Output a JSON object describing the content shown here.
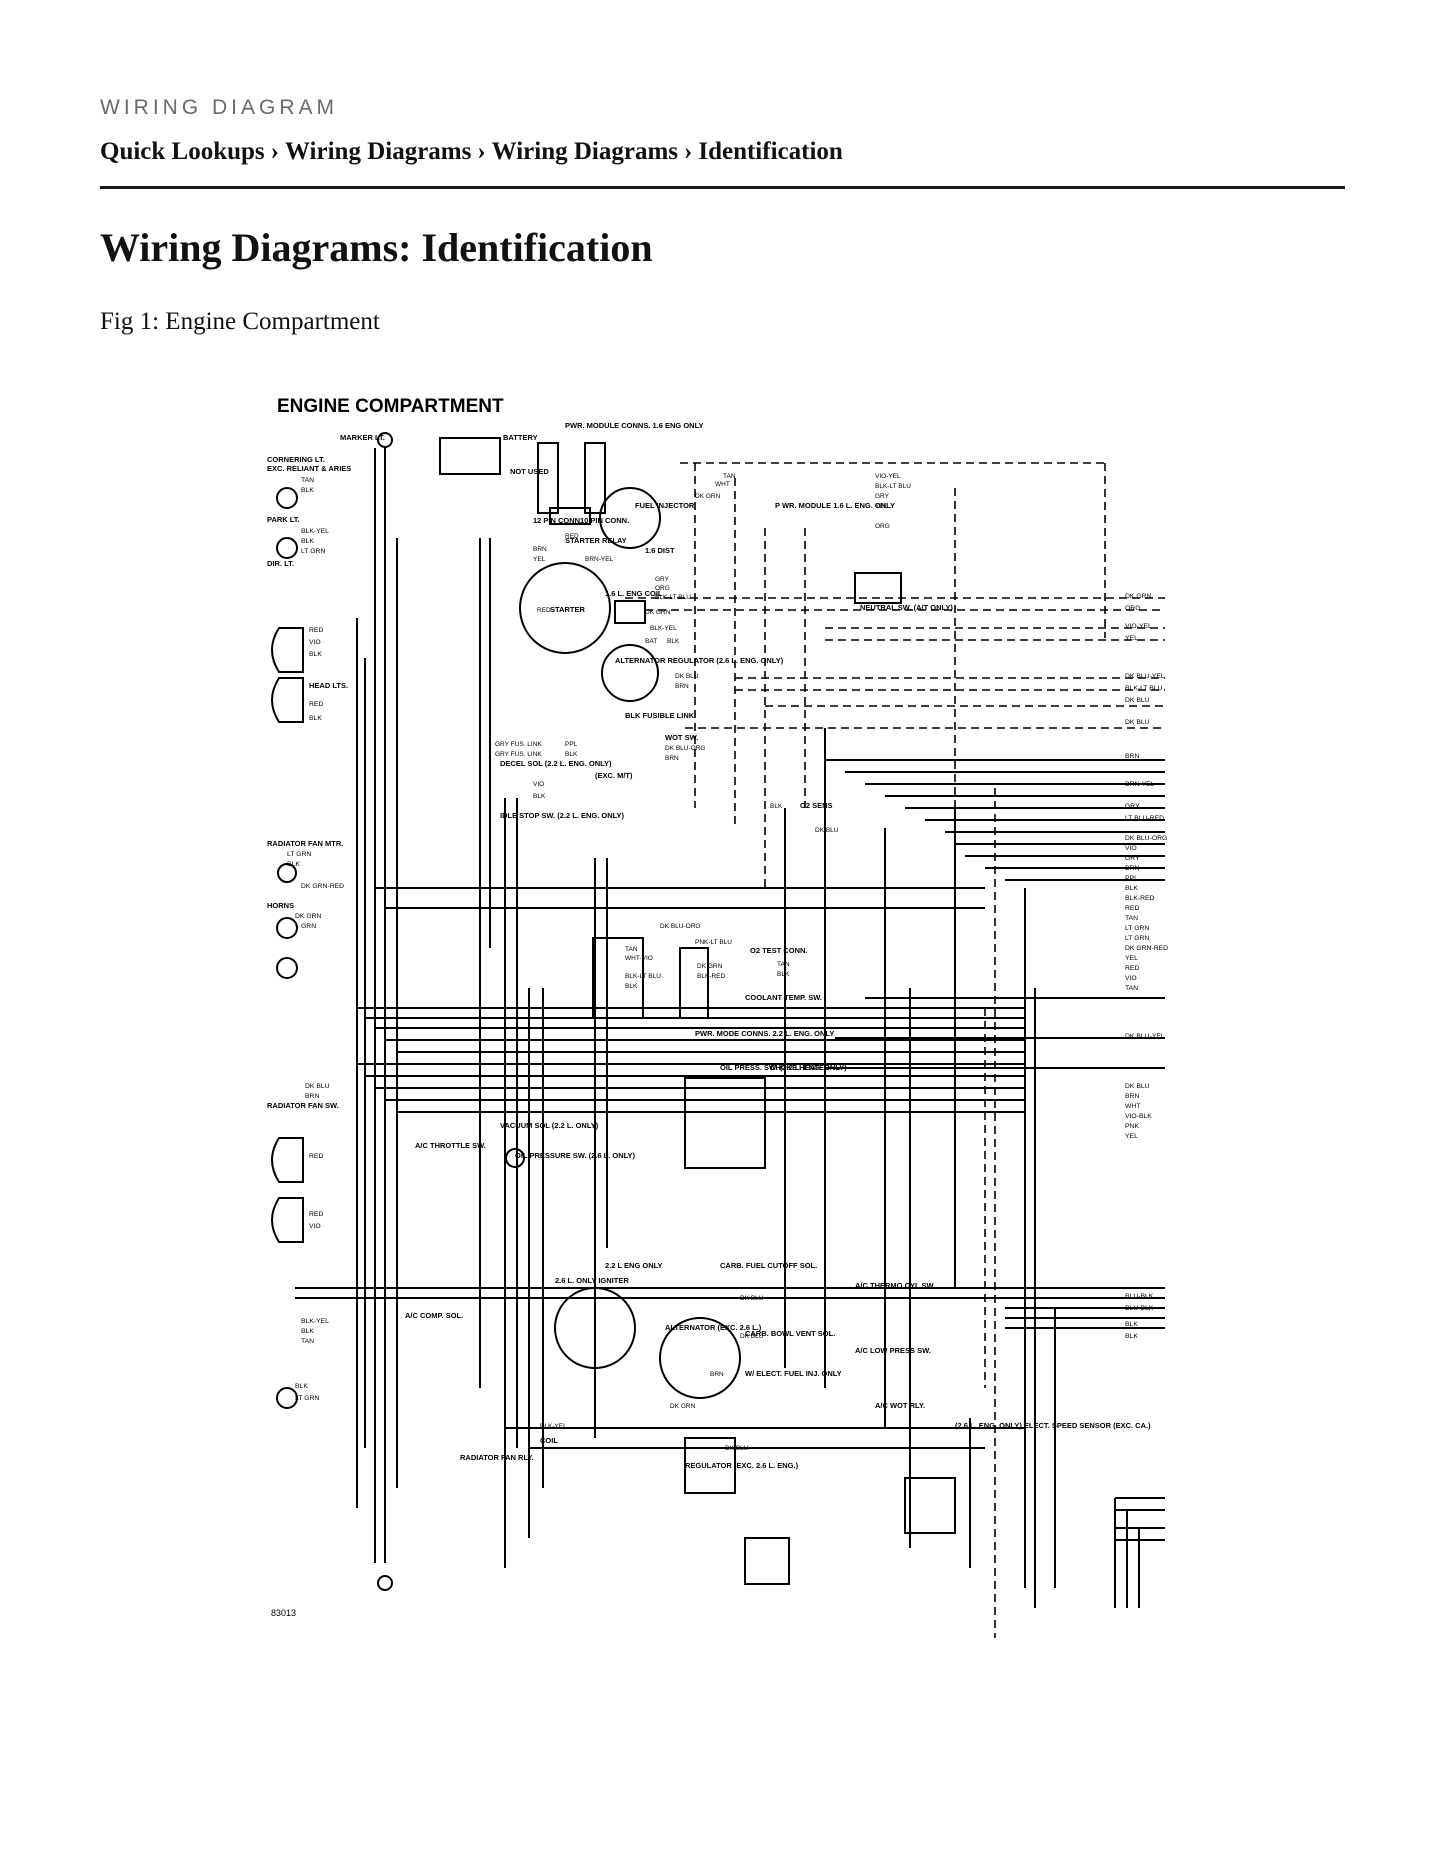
{
  "header": {
    "section_label": "WIRING DIAGRAM",
    "breadcrumb": [
      "Quick Lookups",
      "Wiring Diagrams",
      "Wiring Diagrams",
      "Identification"
    ],
    "separator": "›"
  },
  "main": {
    "title": "Wiring Diagrams: Identification",
    "figure_caption": "Fig 1: Engine Compartment"
  },
  "diagram": {
    "heading": "ENGINE COMPARTMENT",
    "figure_number": "83013",
    "components": {
      "marker_lt": "MARKER LT.",
      "cornering_lt": "CORNERING LT.",
      "exc_reliant_aries": "EXC. RELIANT & ARIES",
      "park_lt": "PARK LT.",
      "dir_lt": "DIR. LT.",
      "head_lts": "HEAD LTS.",
      "radiator_fan_mtr": "RADIATOR FAN MTR.",
      "horns": "HORNS",
      "radiator_fan_sw": "RADIATOR FAN SW.",
      "battery": "BATTERY",
      "pwr_module_conns": "PWR. MODULE CONNS. 1.6 ENG ONLY",
      "not_used": "NOT USED",
      "pin12_conn": "12 PIN CONN.",
      "pin10_conn": "10 PIN CONN.",
      "fuel_injector": "FUEL INJECTOR",
      "pwr_module": "P WR. MODULE 1.6 L. ENG. ONLY",
      "starter_relay": "STARTER RELAY",
      "dist": "1.6 DIST",
      "coil_16": "1.6 L. ENG COIL",
      "starter": "STARTER",
      "alternator_regulator": "ALTERNATOR REGULATOR (2.6 L. ENG. ONLY)",
      "fusible_link": "BLK FUSIBLE LINK",
      "neutral_sw": "NEUTRAL SW. (A/T ONLY)",
      "wot_sw": "WOT SW.",
      "decel_sol": "DECEL SOL (2.2 L. ENG. ONLY)",
      "exc_mt": "(EXC. M/T)",
      "idle_stop_sw": "IDLE STOP SW. (2.2 L. ENG. ONLY)",
      "o2_sens": "O2 SENS",
      "o2_test_conn": "O2 TEST CONN.",
      "coolant_temp_sw": "COOLANT TEMP. SW.",
      "pwr_mode_conns": "PWR. MODE CONNS. 2.2 L. ENG. ONLY",
      "oil_press_sw": "OIL PRESS. SW. (2.2 L. ENG. ONLY)",
      "choke_heater": "CHOKE HEATER",
      "vacuum_sol": "VACUUM SOL (2.2 L. ONLY)",
      "oil_pressure_sw": "OIL PRESSURE SW. (2.6 L. ONLY)",
      "ac_throttle_sw": "A/C THROTTLE SW.",
      "ac_comp_sol": "A/C COMP. SOL.",
      "igniter": "2.6 L. ONLY IGNITER",
      "eng22_only": "2.2 L ENG ONLY",
      "carb_fuel_cutoff": "CARB. FUEL CUTOFF SOL.",
      "alternator_exc": "ALTERNATOR (EXC. 2.6 L.)",
      "carb_bowl_vent": "CARB. BOWL VENT SOL.",
      "elect_fuel_inj": "W/ ELECT. FUEL INJ. ONLY",
      "ac_thermo": "A/C THERMO CYL SW.",
      "ac_low_press": "A/C LOW PRESS SW.",
      "ac_wot_rly": "A/C WOT RLY.",
      "elect_speed_sensor": "(2.6 L. ENG. ONLY) ELECT. SPEED SENSOR (EXC. CA.)",
      "coil": "COIL",
      "radiator_fan_rly": "RADIATOR FAN RLY.",
      "regulator_exc": "REGULATOR (EXC. 2.6 L. ENG.)"
    },
    "right_wire_labels": [
      "DK GRN",
      "ORG",
      "VIO-YEL",
      "YEL",
      "DK BLU-YEL",
      "BLK-LT BLU",
      "DK BLU",
      "DK BLU",
      "BRN",
      "BRN-YEL",
      "GRY",
      "LT BLU-RED",
      "DK BLU-ORG",
      "VIO",
      "GRY",
      "BRN",
      "PPL",
      "BLK",
      "BLK-RED",
      "RED",
      "TAN",
      "LT GRN",
      "LT GRN",
      "DK GRN-RED",
      "YEL",
      "RED",
      "VIO",
      "TAN",
      "DK BLU-YEL",
      "DK BLU",
      "BRN",
      "WHT",
      "VIO-BLK",
      "PNK",
      "YEL",
      "BLU-BLK",
      "BLU-BLK",
      "BLK",
      "BLK"
    ],
    "left_wire_labels": [
      "TAN",
      "BLK",
      "BLK-YEL",
      "BLK",
      "LT GRN",
      "RED",
      "VIO",
      "BLK",
      "RED",
      "BLK",
      "LT GRN",
      "BLK",
      "DK GRN-RED",
      "DK GRN",
      "GRN",
      "DK BLU",
      "BRN",
      "RED",
      "RED",
      "VIO",
      "BLK-YEL",
      "BLK",
      "TAN",
      "BLK",
      "LT GRN"
    ],
    "misc_wire_labels": [
      "RED",
      "BRN",
      "YEL",
      "BRN-YEL",
      "RED",
      "GRY",
      "ORG",
      "BLK-LT BLU",
      "DK GRN",
      "BLK-YEL",
      "BAT",
      "BLK",
      "DK BLU",
      "BRN",
      "TAN",
      "WHT",
      "DK GRN",
      "VIO-YEL",
      "BLK-LT BLU",
      "GRY",
      "YEL",
      "ORG",
      "GRY FUS. LINK",
      "GRY FUS. LINK",
      "PPL",
      "BLK",
      "DK BLU-ORG",
      "BRN",
      "VIO",
      "BLK",
      "BLK",
      "DK BLU",
      "DK BLU-ORG",
      "PNK-LT BLU",
      "DK GRN",
      "BLK-RED",
      "TAN",
      "BLK",
      "TAN",
      "WHT-VIO",
      "BLK-LT BLU",
      "BLK",
      "DK BLU",
      "DK BLU",
      "BLK-YEL",
      "BRN",
      "DK BLU",
      "DK GRN"
    ]
  }
}
